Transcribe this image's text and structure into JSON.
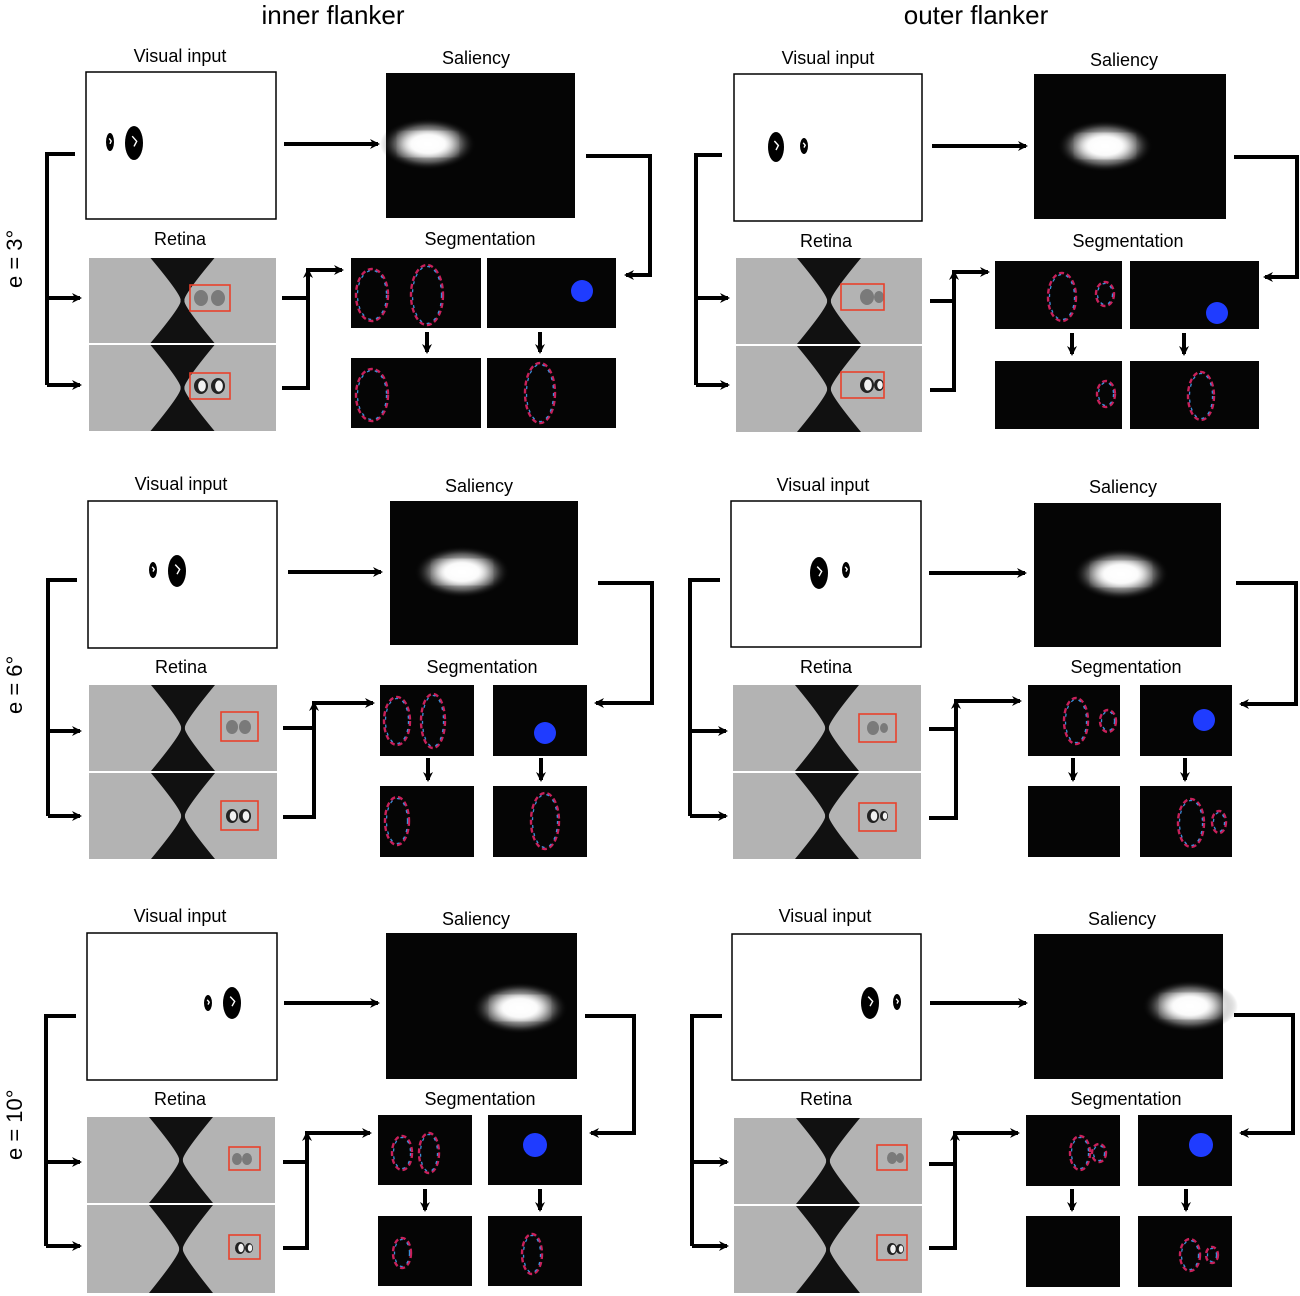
{
  "columns": [
    "inner flanker",
    "outer flanker"
  ],
  "rows": [
    "e = 3°",
    "e = 6°",
    "e = 10°"
  ],
  "labels": {
    "visual_input": "Visual input",
    "saliency": "Saliency",
    "retina": "Retina",
    "segmentation": "Segmentation"
  },
  "colors": {
    "background": "#ffffff",
    "arrow": "#000000",
    "retina_gray": "#b3b3b3",
    "dark_panel": "#050505",
    "highlight_box": "#e8412c",
    "saliency_blob": "#ffffff",
    "segmentation_marker": "#1f3cff"
  }
}
